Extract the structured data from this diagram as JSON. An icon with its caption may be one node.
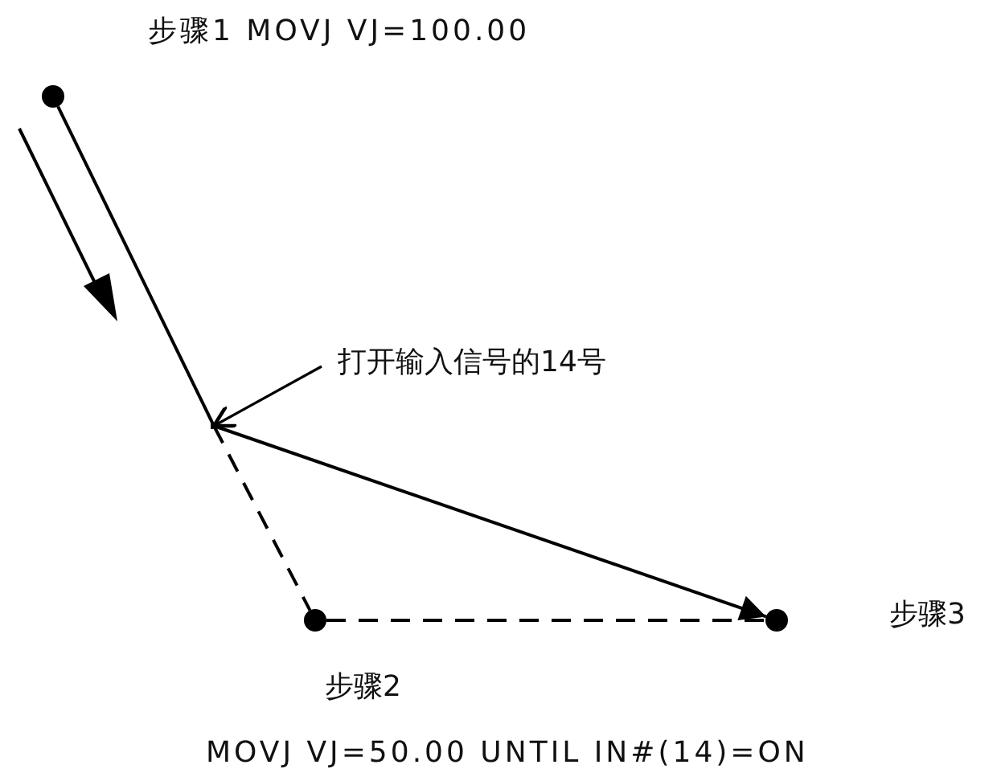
{
  "diagram": {
    "nodes": [
      {
        "text": [],
        "shape": "circle",
        "beside": [
          "步骤1 MOVJ VJ=100.00"
        ]
      },
      {
        "text": [],
        "shape": "point"
      },
      {
        "text": [],
        "shape": "circle",
        "beside": [
          "步骤2",
          "MOVJ VJ=50.00 UNTIL IN#(14)=ON"
        ]
      },
      {
        "text": [],
        "shape": "circle",
        "beside": [
          "步骤3"
        ]
      },
      {
        "text": [
          "打开输入信号的14号"
        ]
      }
    ],
    "edges": [
      {
        "from": 0,
        "to": 1,
        "arrow": "none"
      },
      {
        "from": 1,
        "to": 3,
        "arrow": "to"
      },
      {
        "from": 1,
        "to": 2,
        "arrow": "none",
        "style": "dashed"
      },
      {
        "from": 2,
        "to": 3,
        "arrow": "none",
        "style": "dashed"
      },
      {
        "from": 4,
        "to": 1,
        "arrow": "to"
      }
    ]
  }
}
